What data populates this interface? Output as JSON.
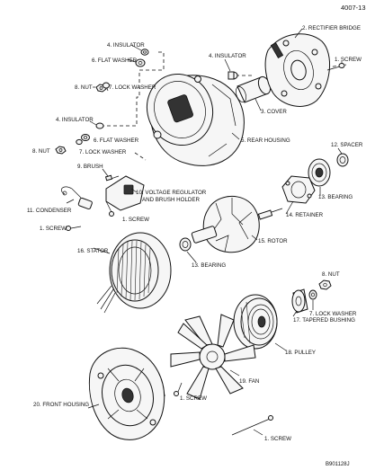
{
  "doc_number": "4007-13",
  "figure_code": "B901128J",
  "labels": {
    "insulator_top": "4. INSULATOR",
    "flat_washer_top": "6. FLAT WASHER",
    "nut_top": "8. NUT",
    "lock_washer_top": "7. LOCK WASHER",
    "rectifier_bridge": "2. RECTIFIER BRIDGE",
    "insulator_right": "4. INSULATOR",
    "screw_top_right": "1. SCREW",
    "cover": "3. COVER",
    "insulator_left": "4. INSULATOR",
    "nut_left": "8. NUT",
    "flat_washer_left": "6. FLAT WASHER",
    "lock_washer_left": "7. LOCK WASHER",
    "rear_housing": "5. REAR HOUSING",
    "spacer": "12. SPACER",
    "brush": "9. BRUSH",
    "voltage_regulator_line1": "10. VOLTAGE REGULATOR",
    "voltage_regulator_line2": "AND BRUSH HOLDER",
    "bearing_right": "13. BEARING",
    "condenser": "11. CONDENSER",
    "retainer": "14. RETAINER",
    "screw_left": "1. SCREW",
    "screw_regulator": "1. SCREW",
    "stator": "16. STATOR",
    "rotor": "15. ROTOR",
    "bearing_center": "13. BEARING",
    "nut_right": "8. NUT",
    "lock_washer_right": "7. LOCK WASHER",
    "tapered_bushing": "17. TAPERED BUSHING",
    "pulley": "18. PULLEY",
    "fan": "19. FAN",
    "front_housing": "20. FRONT HOUSING",
    "screw_bottom_left": "1. SCREW",
    "screw_bottom_right": "1. SCREW"
  }
}
